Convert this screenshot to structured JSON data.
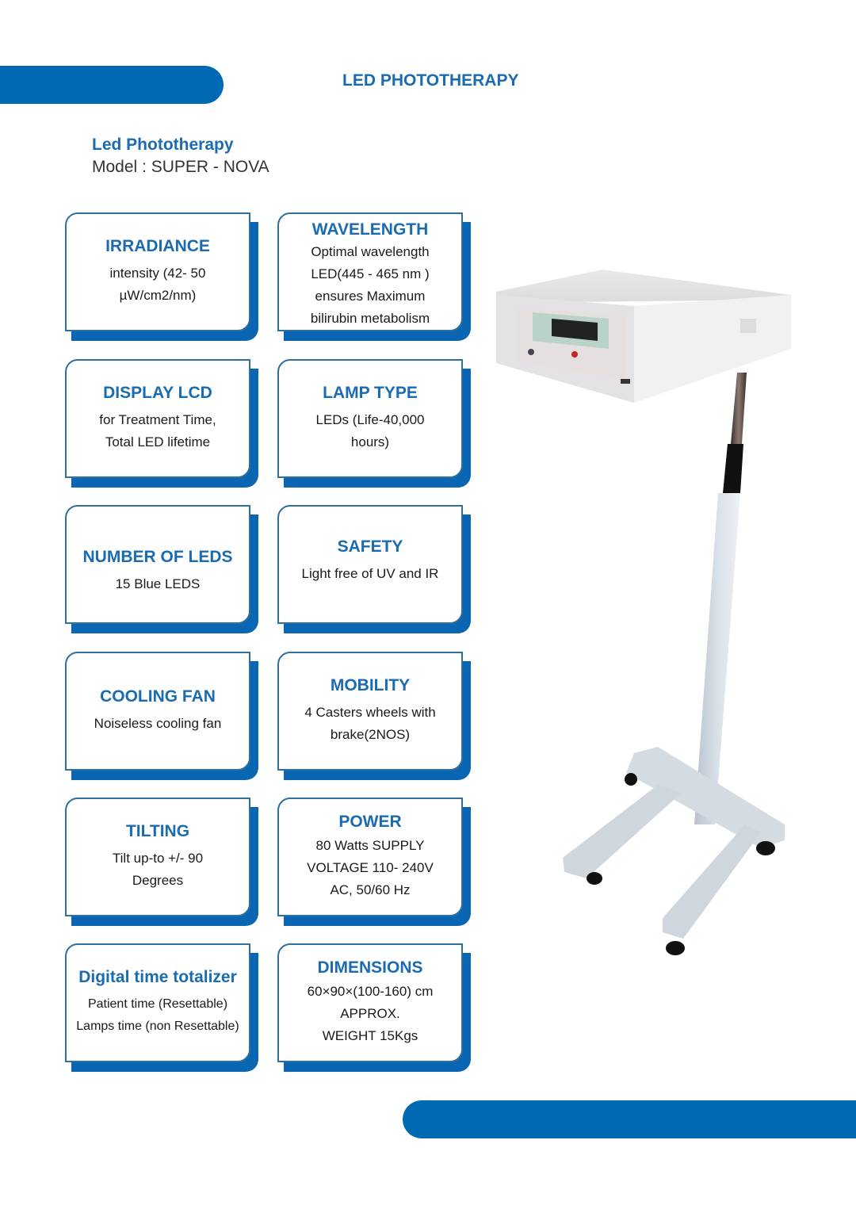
{
  "header": {
    "title": "LED PHOTOTHERAPY"
  },
  "product": {
    "name": "Led Phototherapy",
    "model": "Model : SUPER - NOVA"
  },
  "colors": {
    "brand_blue": "#0069b4",
    "title_blue": "#1a6bb0",
    "card_border": "#2e6f9e"
  },
  "features": [
    {
      "title": "IRRADIANCE",
      "lines": [
        "intensity (42- 50",
        "µW/cm2/nm)"
      ]
    },
    {
      "title": "WAVELENGTH",
      "lines": [
        "Optimal wavelength",
        "LED(445 - 465 nm )",
        "ensures Maximum",
        "bilirubin metabolism"
      ]
    },
    {
      "title": "DISPLAY LCD",
      "lines": [
        "for Treatment Time,",
        "Total LED lifetime"
      ]
    },
    {
      "title": "LAMP TYPE",
      "lines": [
        "LEDs (Life-40,000",
        "hours)"
      ]
    },
    {
      "title": "NUMBER OF LEDS",
      "lines": [
        "15 Blue LEDS"
      ]
    },
    {
      "title": "SAFETY",
      "lines": [
        "Light free of UV and IR"
      ]
    },
    {
      "title": "COOLING FAN",
      "lines": [
        "Noiseless cooling fan"
      ]
    },
    {
      "title": "MOBILITY",
      "lines": [
        "4 Casters wheels with",
        "brake(2NOS)"
      ]
    },
    {
      "title": "TILTING",
      "lines": [
        "Tilt up-to +/- 90",
        "Degrees"
      ]
    },
    {
      "title": "POWER",
      "lines": [
        "80 Watts SUPPLY",
        "VOLTAGE 110- 240V",
        "AC, 50/60 Hz"
      ]
    },
    {
      "title": "Digital time totalizer",
      "lines": [
        "Patient time (Resettable)",
        "Lamps time (non Resettable)"
      ]
    },
    {
      "title": "DIMENSIONS",
      "lines": [
        "60×90×(100-160) cm",
        "APPROX.",
        "WEIGHT 15Kgs"
      ]
    }
  ],
  "device_image": {
    "alt": "LED phototherapy unit on mobile stand"
  }
}
